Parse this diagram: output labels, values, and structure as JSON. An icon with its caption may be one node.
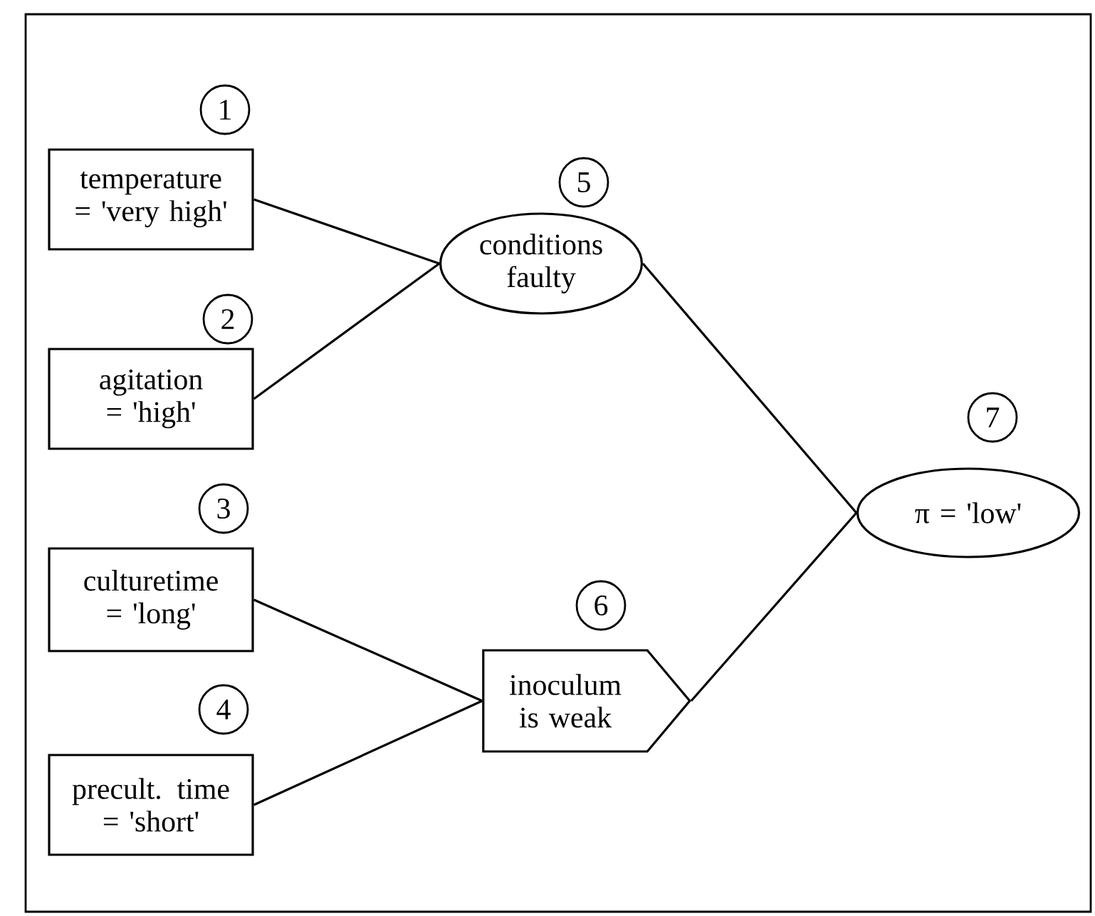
{
  "diagram": {
    "nodes": [
      {
        "text": [
          "temperature = 'very high'"
        ],
        "beside": [
          "1"
        ]
      },
      {
        "text": [
          "agitation = 'high'"
        ],
        "beside": [
          "2"
        ]
      },
      {
        "text": [
          "culturetime = 'long'"
        ],
        "beside": [
          "3"
        ]
      },
      {
        "text": [
          "precult. time = 'short'"
        ],
        "beside": [
          "4"
        ]
      },
      {
        "text": [
          "conditions faulty"
        ],
        "beside": [
          "5"
        ]
      },
      {
        "text": [
          "inoculum is weak"
        ],
        "beside": [
          "6"
        ]
      },
      {
        "text": [
          "π = 'low'"
        ],
        "beside": [
          "7"
        ]
      }
    ],
    "edges": [
      {
        "from": 0,
        "to": 4,
        "arrow": "none"
      },
      {
        "from": 1,
        "to": 4,
        "arrow": "none"
      },
      {
        "from": 2,
        "to": 5,
        "arrow": "none"
      },
      {
        "from": 3,
        "to": 5,
        "arrow": "none"
      },
      {
        "from": 4,
        "to": 6,
        "arrow": "none"
      },
      {
        "from": 5,
        "to": 6,
        "arrow": "none"
      }
    ]
  }
}
